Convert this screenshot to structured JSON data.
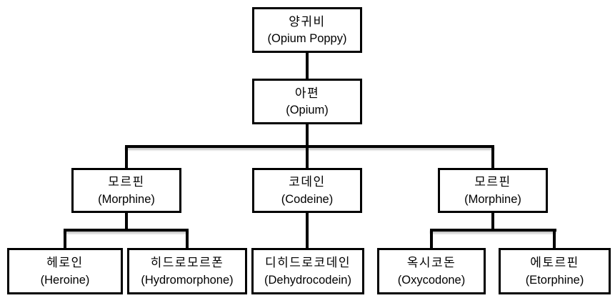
{
  "diagram": {
    "background_color": "#ffffff",
    "line_color": "#000000",
    "box_border_color": "#000000",
    "text_color": "#000000",
    "nodes": [
      {
        "id": "opium-poppy",
        "korean": "양귀비",
        "english": "(Opium Poppy)"
      },
      {
        "id": "opium",
        "korean": "아편",
        "english": "(Opium)"
      },
      {
        "id": "morphine-left",
        "korean": "모르핀",
        "english": "(Morphine)"
      },
      {
        "id": "codeine",
        "korean": "코데인",
        "english": "(Codeine)"
      },
      {
        "id": "morphine-right",
        "korean": "모르핀",
        "english": "(Morphine)"
      },
      {
        "id": "heroine",
        "korean": "헤로인",
        "english": "(Heroine)"
      },
      {
        "id": "hydromorphone",
        "korean": "히드로모르폰",
        "english": "(Hydromorphone)"
      },
      {
        "id": "dehydrocodein",
        "korean": "디히드로코데인",
        "english": "(Dehydrocodein)"
      },
      {
        "id": "oxycodone",
        "korean": "옥시코돈",
        "english": "(Oxycodone)"
      },
      {
        "id": "etorphine",
        "korean": "에토르핀",
        "english": "(Etorphine)"
      }
    ],
    "edges": [
      {
        "from": "opium-poppy",
        "to": "opium"
      },
      {
        "from": "opium",
        "to": "morphine-left"
      },
      {
        "from": "opium",
        "to": "codeine"
      },
      {
        "from": "opium",
        "to": "morphine-right"
      },
      {
        "from": "morphine-left",
        "to": "heroine"
      },
      {
        "from": "morphine-left",
        "to": "hydromorphone"
      },
      {
        "from": "codeine",
        "to": "dehydrocodein"
      },
      {
        "from": "morphine-right",
        "to": "oxycodone"
      },
      {
        "from": "morphine-right",
        "to": "etorphine"
      }
    ]
  }
}
